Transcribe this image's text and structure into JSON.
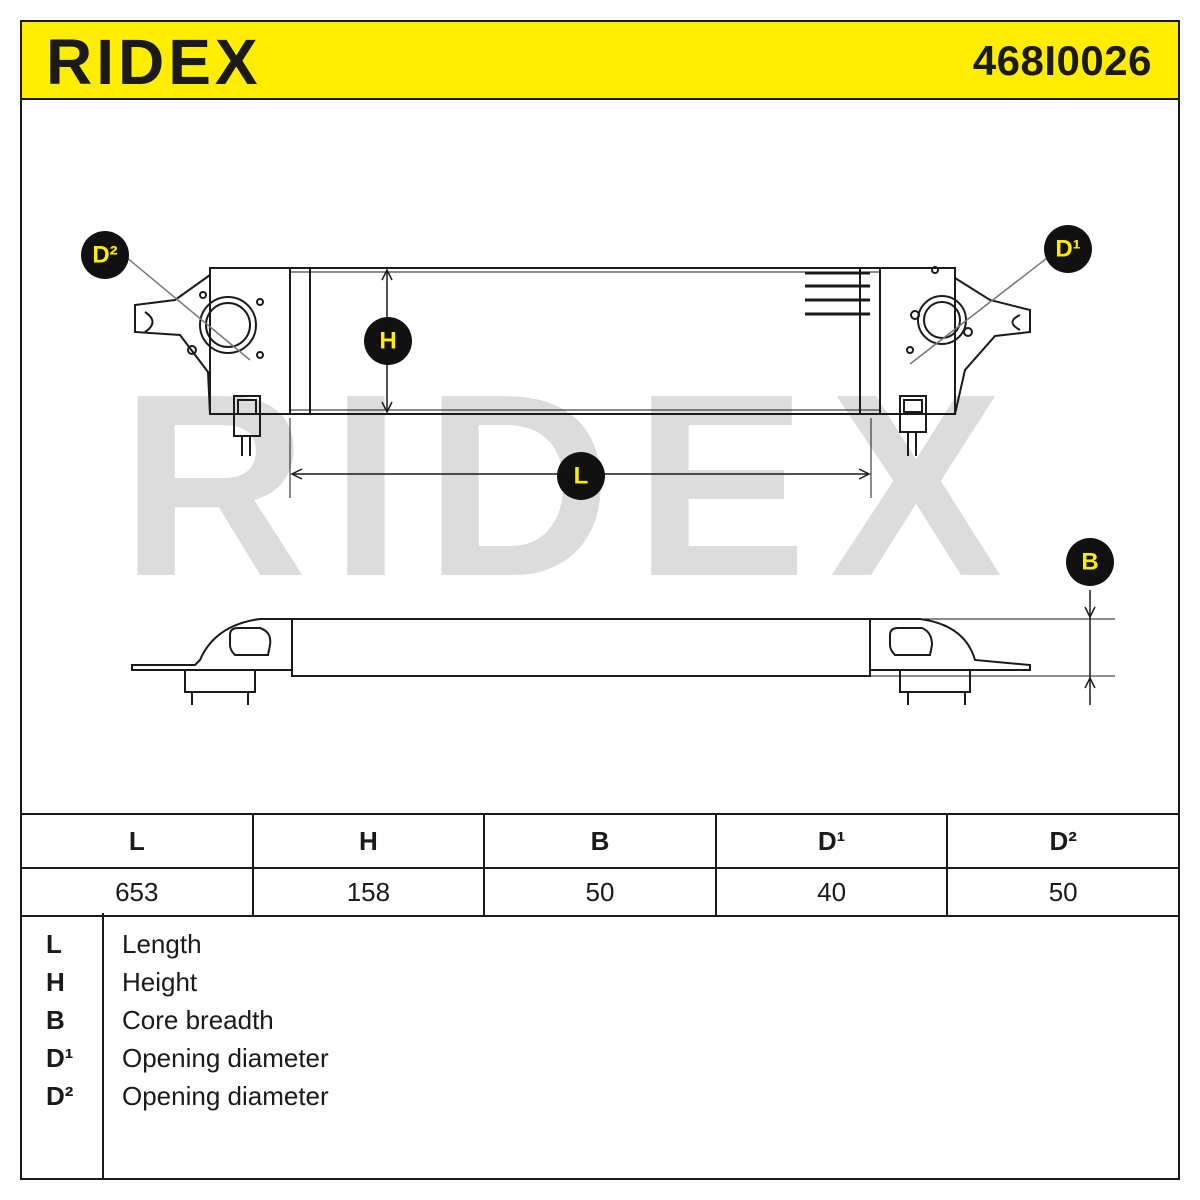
{
  "header": {
    "brand": "RIDEX",
    "part_number": "468I0026"
  },
  "watermark": "RIDEX",
  "labels": {
    "D2": "D²",
    "D1": "D¹",
    "H": "H",
    "L": "L",
    "B": "B"
  },
  "dimensions": {
    "headers": [
      "L",
      "H",
      "B",
      "D¹",
      "D²"
    ],
    "values": [
      "653",
      "158",
      "50",
      "40",
      "50"
    ]
  },
  "legend": [
    {
      "key": "L",
      "desc": "Length"
    },
    {
      "key": "H",
      "desc": "Height"
    },
    {
      "key": "B",
      "desc": "Core breadth"
    },
    {
      "key": "D¹",
      "desc": "Opening diameter"
    },
    {
      "key": "D²",
      "desc": "Opening diameter"
    }
  ],
  "colors": {
    "accent": "#ffed00",
    "ink": "#1a1a1a",
    "watermark": "#dcdcdc"
  }
}
